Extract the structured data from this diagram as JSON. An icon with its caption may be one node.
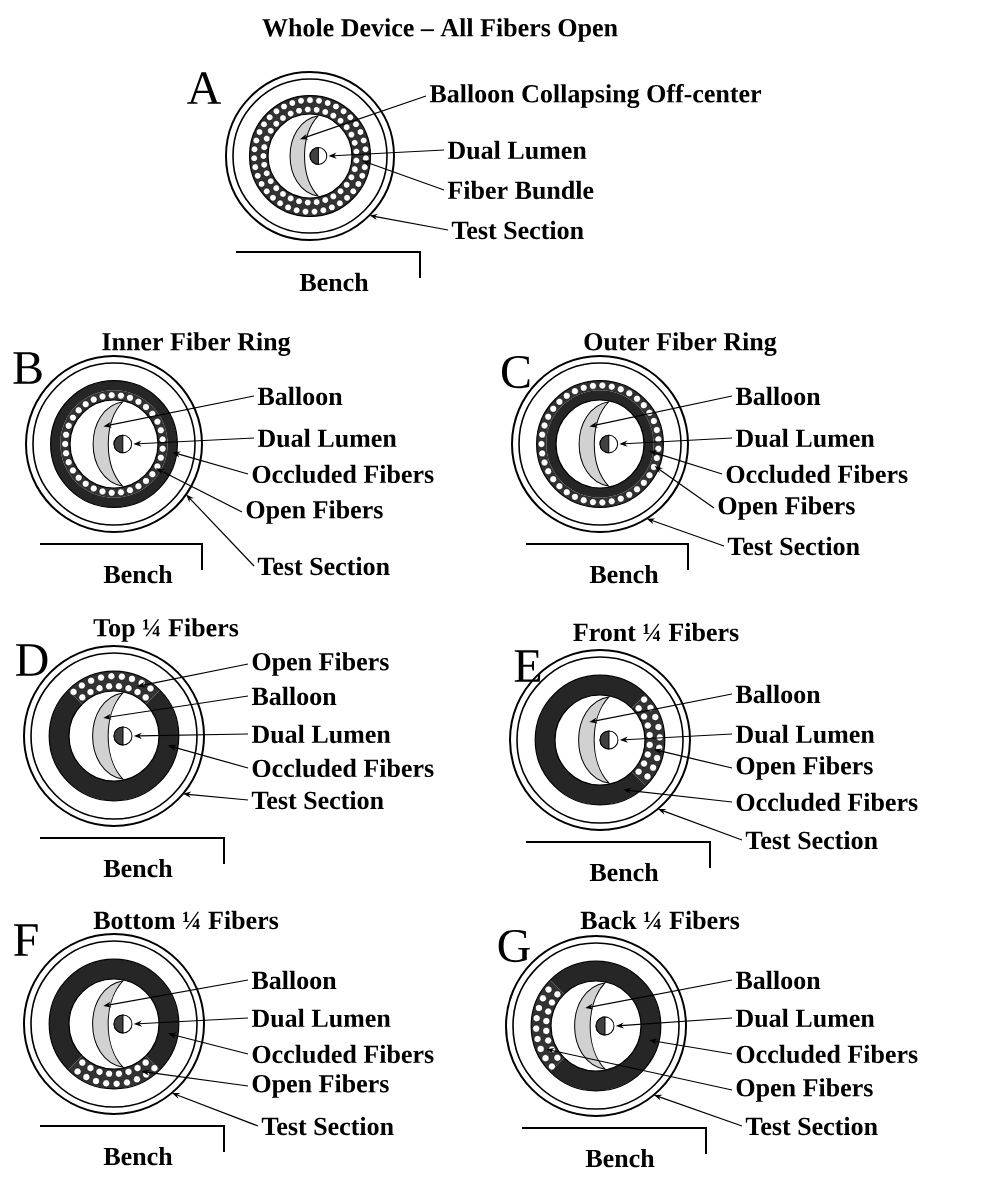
{
  "diagram": {
    "title": "Whole Device – All Fibers Open",
    "nodes": [
      {
        "text": [
          "Balloon Collapsing Off-center"
        ]
      },
      {
        "text": [
          "Dual Lumen"
        ]
      },
      {
        "text": [
          "Fiber Bundle"
        ]
      },
      {
        "text": [
          "Test Section"
        ]
      },
      {
        "text": [
          "Balloon"
        ]
      },
      {
        "text": [
          "Dual Lumen"
        ]
      },
      {
        "text": [
          "Occluded Fibers"
        ]
      },
      {
        "text": [
          "Open Fibers"
        ]
      },
      {
        "text": [
          "Test Section"
        ]
      },
      {
        "text": [
          "Balloon"
        ]
      },
      {
        "text": [
          "Dual Lumen"
        ]
      },
      {
        "text": [
          "Occluded Fibers"
        ]
      },
      {
        "text": [
          "Open Fibers"
        ]
      },
      {
        "text": [
          "Test Section"
        ]
      },
      {
        "text": [
          "Open Fibers"
        ]
      },
      {
        "text": [
          "Balloon"
        ]
      },
      {
        "text": [
          "Dual Lumen"
        ]
      },
      {
        "text": [
          "Occluded Fibers"
        ]
      },
      {
        "text": [
          "Test Section"
        ]
      },
      {
        "text": [
          "Balloon"
        ]
      },
      {
        "text": [
          "Dual Lumen"
        ]
      },
      {
        "text": [
          "Open Fibers"
        ]
      },
      {
        "text": [
          "Occluded Fibers"
        ]
      },
      {
        "text": [
          "Test Section"
        ]
      },
      {
        "text": [
          "Balloon"
        ]
      },
      {
        "text": [
          "Dual Lumen"
        ]
      },
      {
        "text": [
          "Occluded Fibers"
        ]
      },
      {
        "text": [
          "Open Fibers"
        ]
      },
      {
        "text": [
          "Test Section"
        ]
      },
      {
        "text": [
          "Balloon"
        ]
      },
      {
        "text": [
          "Dual Lumen"
        ]
      },
      {
        "text": [
          "Occluded Fibers"
        ]
      },
      {
        "text": [
          "Open Fibers"
        ]
      },
      {
        "text": [
          "Test Section"
        ]
      }
    ],
    "edges": [
      {
        "from": 0,
        "to": null,
        "arrow": "to"
      },
      {
        "from": 1,
        "to": null,
        "arrow": "to"
      },
      {
        "from": 2,
        "to": null,
        "arrow": "to"
      },
      {
        "from": 3,
        "to": null,
        "arrow": "to"
      },
      {
        "from": 4,
        "to": null,
        "arrow": "to"
      },
      {
        "from": 5,
        "to": null,
        "arrow": "to"
      },
      {
        "from": 6,
        "to": null,
        "arrow": "to"
      },
      {
        "from": 7,
        "to": null,
        "arrow": "to"
      },
      {
        "from": 8,
        "to": null,
        "arrow": "to"
      },
      {
        "from": 9,
        "to": null,
        "arrow": "to"
      },
      {
        "from": 10,
        "to": null,
        "arrow": "to"
      },
      {
        "from": 11,
        "to": null,
        "arrow": "to"
      },
      {
        "from": 12,
        "to": null,
        "arrow": "to"
      },
      {
        "from": 13,
        "to": null,
        "arrow": "to"
      },
      {
        "from": 14,
        "to": null,
        "arrow": "to"
      },
      {
        "from": 15,
        "to": null,
        "arrow": "to"
      },
      {
        "from": 16,
        "to": null,
        "arrow": "to"
      },
      {
        "from": 17,
        "to": null,
        "arrow": "to"
      },
      {
        "from": 18,
        "to": null,
        "arrow": "to"
      },
      {
        "from": 19,
        "to": null,
        "arrow": "to"
      },
      {
        "from": 20,
        "to": null,
        "arrow": "to"
      },
      {
        "from": 21,
        "to": null,
        "arrow": "to"
      },
      {
        "from": 22,
        "to": null,
        "arrow": "to"
      },
      {
        "from": 23,
        "to": null,
        "arrow": "to"
      },
      {
        "from": 24,
        "to": null,
        "arrow": "to"
      },
      {
        "from": 25,
        "to": null,
        "arrow": "to"
      },
      {
        "from": 26,
        "to": null,
        "arrow": "to"
      },
      {
        "from": 27,
        "to": null,
        "arrow": "to"
      },
      {
        "from": 28,
        "to": null,
        "arrow": "to"
      },
      {
        "from": 29,
        "to": null,
        "arrow": "to"
      },
      {
        "from": 30,
        "to": null,
        "arrow": "to"
      },
      {
        "from": 31,
        "to": null,
        "arrow": "to"
      },
      {
        "from": 32,
        "to": null,
        "arrow": "to"
      },
      {
        "from": 33,
        "to": null,
        "arrow": "to"
      }
    ],
    "labels": [
      "A",
      "Bench",
      "B",
      "Inner Fiber Ring",
      "Bench",
      "C",
      "Outer Fiber Ring",
      "Bench",
      "D",
      "Top ¼ Fibers",
      "Bench",
      "E",
      "Front ¼ Fibers",
      "Bench",
      "F",
      "Bottom ¼ Fibers",
      "Bench",
      "G",
      "Back ¼ Fibers",
      "Bench"
    ]
  }
}
